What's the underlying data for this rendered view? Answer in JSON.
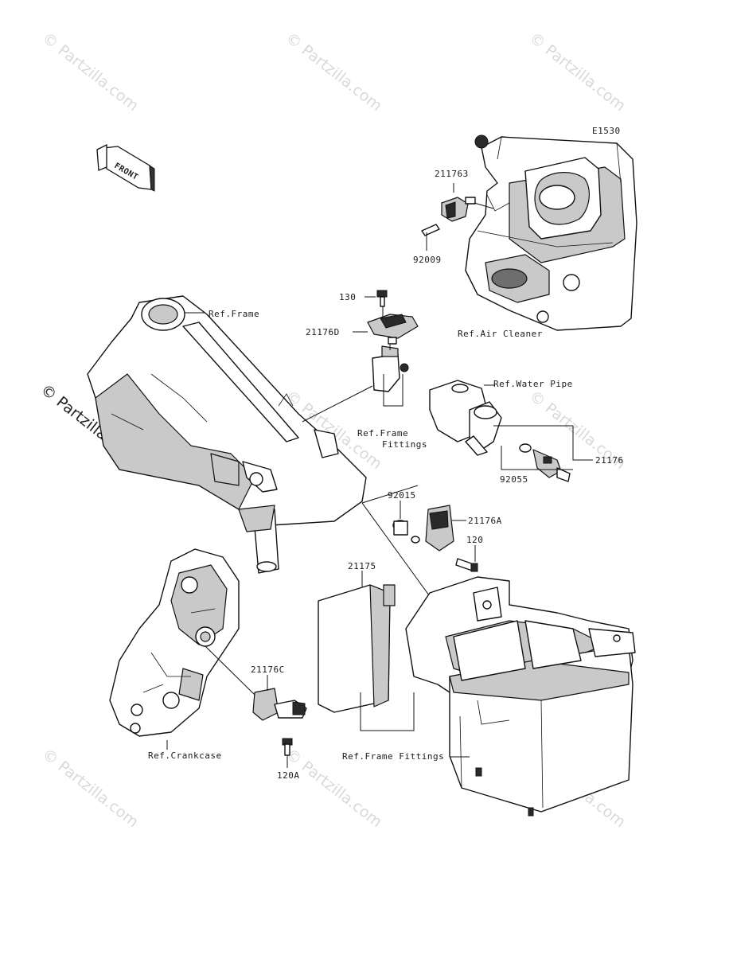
{
  "diagram": {
    "code": "E1530",
    "front_label": "FRONT",
    "watermark": "© Partzilla.com",
    "parts": {
      "p211763": "211763",
      "p92009": "92009",
      "p130": "130",
      "p21176D": "21176D",
      "p21176": "21176",
      "p92055": "92055",
      "p92015": "92015",
      "p21176A": "21176A",
      "p120": "120",
      "p21175": "21175",
      "p21176C": "21176C",
      "p120A": "120A"
    },
    "refs": {
      "frame": "Ref.Frame",
      "air_cleaner": "Ref.Air Cleaner",
      "water_pipe": "Ref.Water Pipe",
      "frame_fittings_1": "Ref.Frame",
      "frame_fittings_2": "Fittings",
      "frame_fittings_bottom": "Ref.Frame Fittings",
      "crankcase": "Ref.Crankcase"
    }
  }
}
